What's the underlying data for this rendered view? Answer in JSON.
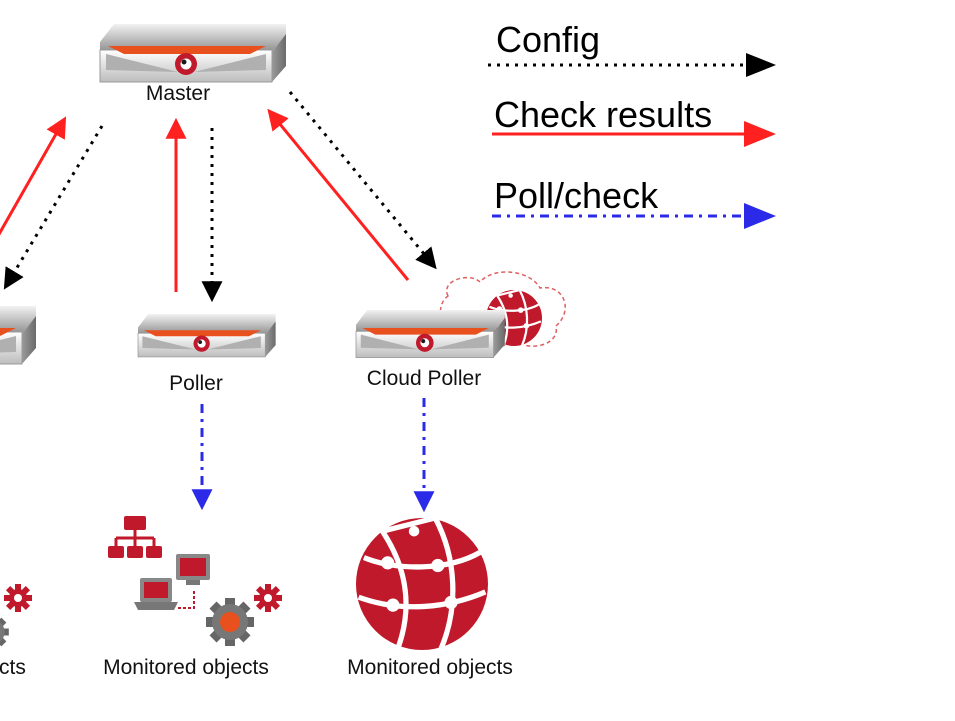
{
  "legend": {
    "config": "Config",
    "check_results": "Check results",
    "poll_check": "Poll/check"
  },
  "nodes": {
    "master": "Master",
    "poller": "Poller",
    "cloud_poller": "Cloud Poller"
  },
  "monitored": {
    "left_partial": "cts",
    "center": "Monitored objects",
    "right": "Monitored objects"
  },
  "colors": {
    "config_arrow": "#000000",
    "check_results_arrow": "#ff2020",
    "poll_arrow": "#2a2ae8",
    "brand_red": "#c0192b",
    "server_gray": "#9a9a9a",
    "server_orange": "#e8501e"
  }
}
